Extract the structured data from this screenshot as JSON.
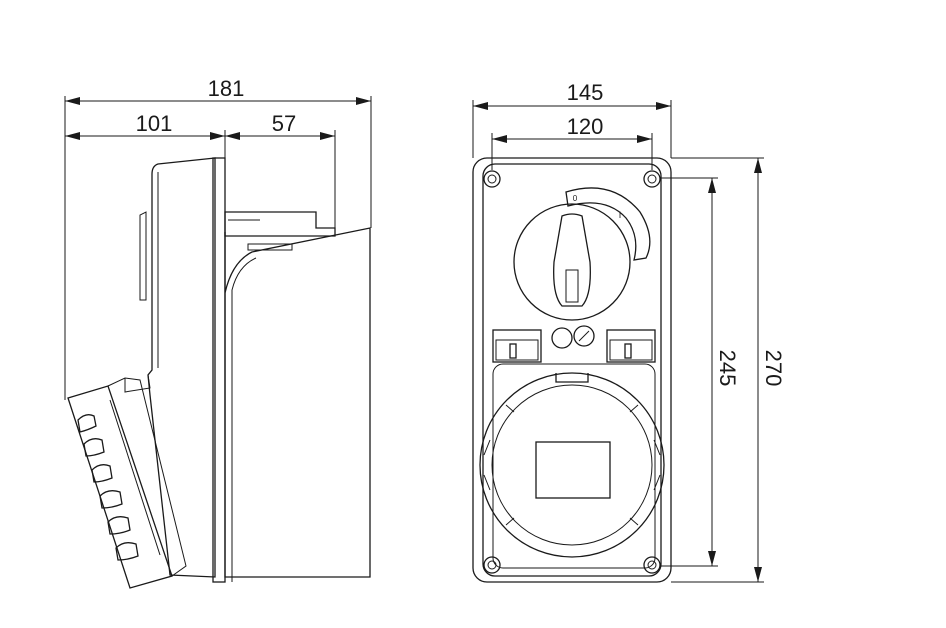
{
  "dimensions": {
    "side_total_width": "181",
    "side_body_width": "101",
    "side_cover_width": "57",
    "front_total_width": "145",
    "front_mount_width": "120",
    "front_mount_height": "245",
    "front_total_height": "270"
  },
  "switch_marks": {
    "off": "0",
    "on": "I"
  }
}
